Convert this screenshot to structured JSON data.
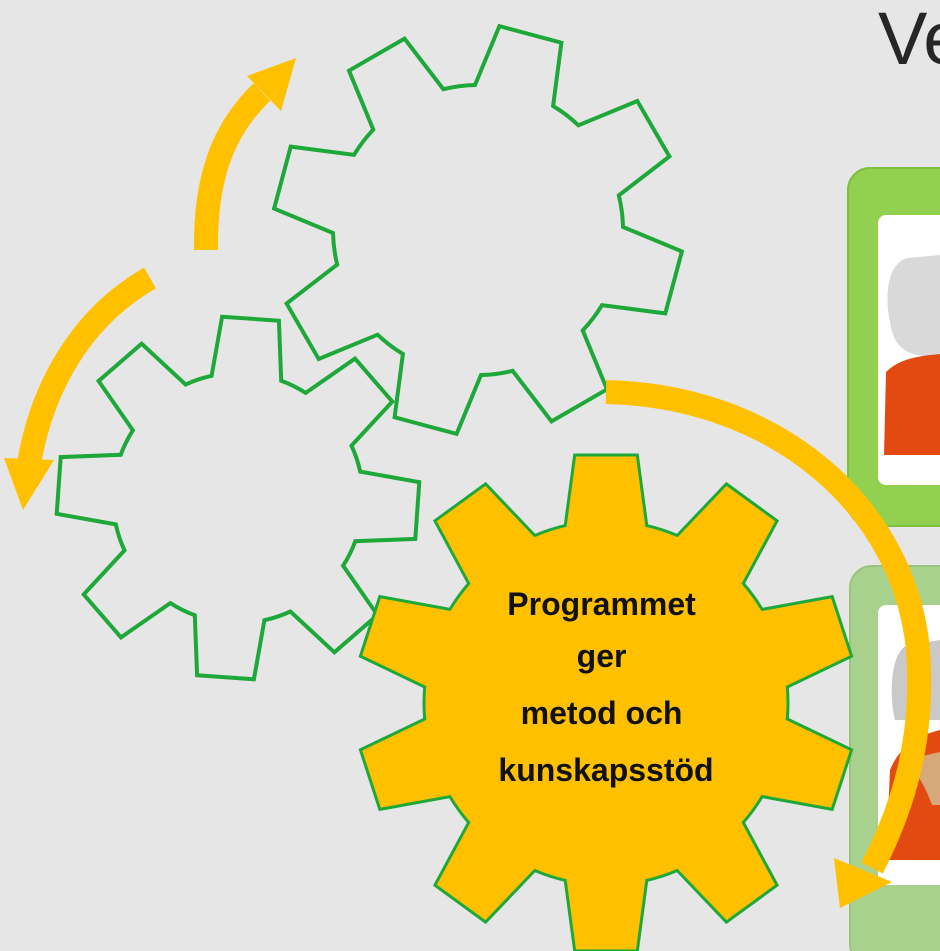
{
  "title": "Ve",
  "colors": {
    "background": "#e6e6e6",
    "gear_outline": "#1fa83a",
    "gear_fill_main": "#ffc000",
    "arrow": "#ffc000",
    "card_frame_top": "#92d050",
    "card_frame_bottom": "#a9d18e",
    "avatar_hair": "#d9d9d9",
    "avatar_shirt": "#e24a11",
    "avatar_skin": "#d5a97a"
  },
  "gears": [
    {
      "name": "top-gear",
      "label": ""
    },
    {
      "name": "left-gear",
      "label": ""
    },
    {
      "name": "main-gear",
      "label_lines": [
        "Programmet",
        "ger",
        "metod och",
        "kunskapsstöd"
      ]
    }
  ],
  "cards": [
    {
      "name": "person-card-1",
      "icon": "person-avatar-icon"
    },
    {
      "name": "person-card-2",
      "icon": "person-avatar-icon"
    }
  ],
  "arrows": [
    {
      "name": "arrow-up-curve",
      "icon": "curved-arrow-icon"
    },
    {
      "name": "arrow-left-curve",
      "icon": "curved-arrow-icon"
    },
    {
      "name": "arrow-right-curve",
      "icon": "curved-arrow-icon"
    }
  ]
}
